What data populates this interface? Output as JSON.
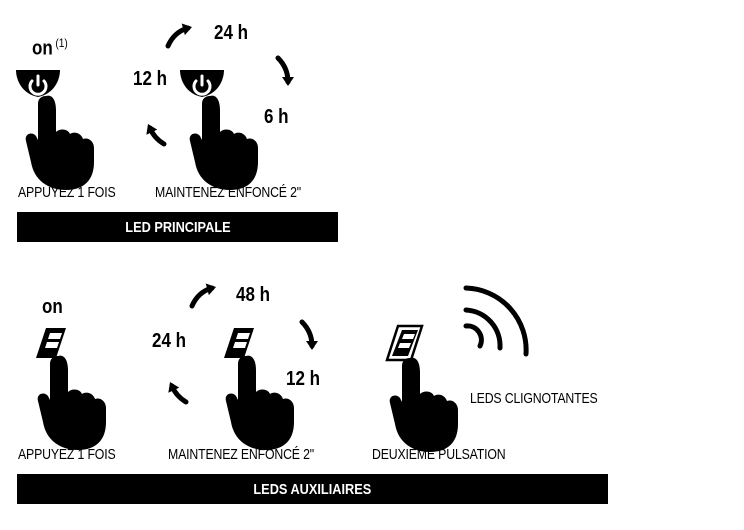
{
  "top": {
    "on_label": "on",
    "on_footnote": "(1)",
    "time_24h": "24 h",
    "time_12h": "12 h",
    "time_6h": "6 h",
    "caption_press_once": "APPUYEZ 1 FOIS",
    "caption_hold": "MAINTENEZ ENFONCÉ 2\"",
    "bar_label": "LED PRINCIPALE"
  },
  "bottom": {
    "on_label": "on",
    "time_48h": "48 h",
    "time_24h": "24 h",
    "time_12h": "12 h",
    "caption_press_once": "APPUYEZ 1 FOIS",
    "caption_hold": "MAINTENEZ ENFONCÉ 2\"",
    "caption_second_press": "DEUXIÈME PULSATION",
    "caption_blinking": "LEDS CLIGNOTANTES",
    "bar_label": "LEDS AUXILIAIRES"
  },
  "icons": [
    "power-button-icon",
    "finger-press-icon",
    "cycle-arrow-icon",
    "led-button-icon",
    "signal-waves-icon"
  ]
}
